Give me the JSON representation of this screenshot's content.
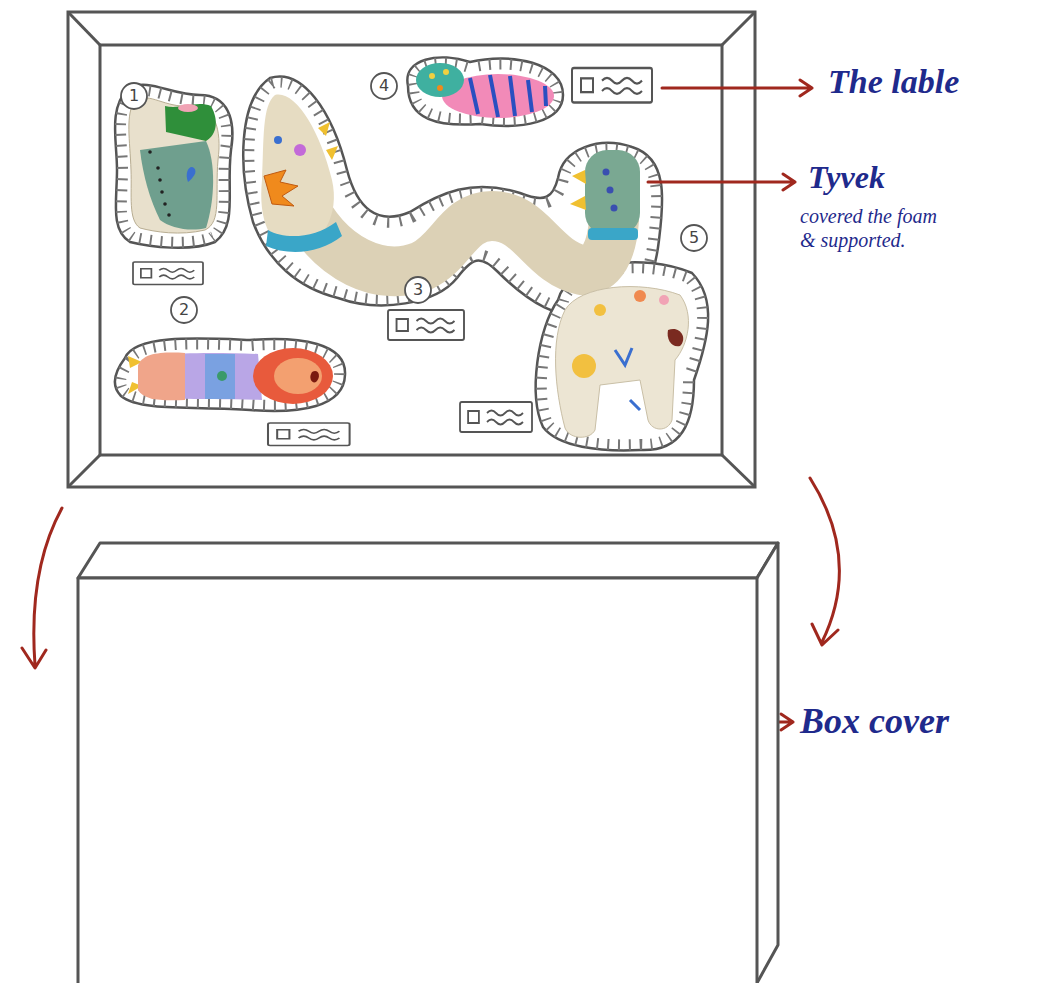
{
  "diagram": {
    "nodes": [
      {
        "text": [
          "1"
        ]
      },
      {
        "text": [
          "2"
        ]
      },
      {
        "text": [
          "3"
        ]
      },
      {
        "text": [
          "4"
        ]
      },
      {
        "text": [
          "5"
        ]
      }
    ],
    "labels": [
      "The lable",
      "Tyvek",
      "covered the foam & supported.",
      "Box cover"
    ]
  }
}
